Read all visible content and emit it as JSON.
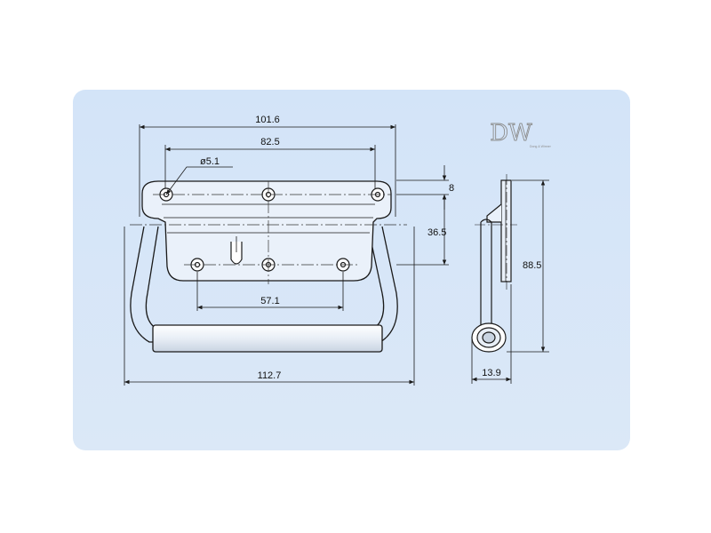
{
  "drawing": {
    "dimensions": {
      "overall_top": "101.6",
      "outer_holes": "82.5",
      "hole_dia": "ø5.1",
      "lower_holes": "57.1",
      "overall_bottom": "112.7",
      "edge_offset": "8",
      "hole_row_spacing": "36.5",
      "height": "88.5",
      "depth": "13.9"
    },
    "logo": {
      "mark": "DW",
      "tagline": "Dong & Winner"
    }
  },
  "colors": {
    "panel": "#d6e6f8",
    "line": "#1a1a1a",
    "center_line": "#333333"
  }
}
